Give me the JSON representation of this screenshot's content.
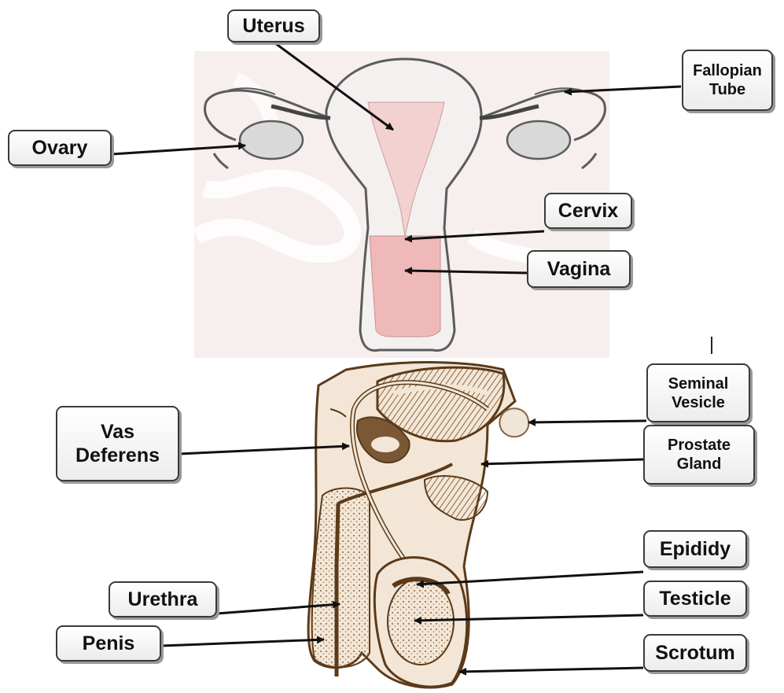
{
  "female_labels": {
    "uterus": "Uterus",
    "fallopian_tube": "Fallopian\nTube",
    "ovary": "Ovary",
    "cervix": "Cervix",
    "vagina": "Vagina"
  },
  "male_labels": {
    "seminal_vesicle": "Seminal\nVesicle",
    "vas_deferens": "Vas\nDeferens",
    "prostate_gland": "Prostate\nGland",
    "epididy": "Epididy",
    "urethra": "Urethra",
    "testicle": "Testicle",
    "penis": "Penis",
    "scrotum": "Scrotum"
  },
  "colors": {
    "uterus_outline": "#5c5c5c",
    "uterus_fill": "#f4f0f0",
    "uterine_cavity": "#f3d1d1",
    "vagina_fill": "#efb9b9",
    "ovary_fill": "#d9d9d9",
    "watermark": "#f3e3e3",
    "male_outline": "#5b3a1a",
    "male_fill": "#f3e6d6",
    "male_shade": "#7a5836",
    "arrow": "#111111"
  }
}
